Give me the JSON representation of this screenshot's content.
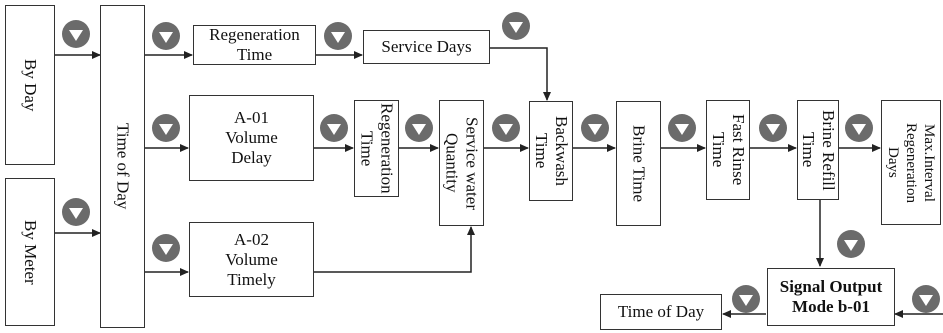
{
  "diagram": {
    "boxes": {
      "by_day": "By Day",
      "by_meter": "By Meter",
      "time_of_day_main": "Time of Day",
      "regeneration_time_top": "Regeneration\nTime",
      "service_days": "Service Days",
      "a01_volume_delay": "A-01\nVolume\nDelay",
      "a02_volume_timely": "A-02\nVolume\nTimely",
      "regeneration_time_mid": "Regeneration\nTime",
      "service_water_quantity": "Service water\nQuantity",
      "backwash_time": "Backwash\nTime",
      "brine_time": "Brine Time",
      "fast_rinse_time": "Fast Rinse\nTime",
      "brine_refill_time": "Brine Refill\nTime",
      "max_interval_regeneration_days": "Max.Interval\nRegeneration\nDays",
      "signal_output_mode": "Signal Output\nMode b-01",
      "time_of_day_bottom": "Time of Day"
    },
    "icon": "down-arrow-button-icon",
    "colors": {
      "icon_fill": "#6b6b6b",
      "line": "#222222"
    }
  }
}
